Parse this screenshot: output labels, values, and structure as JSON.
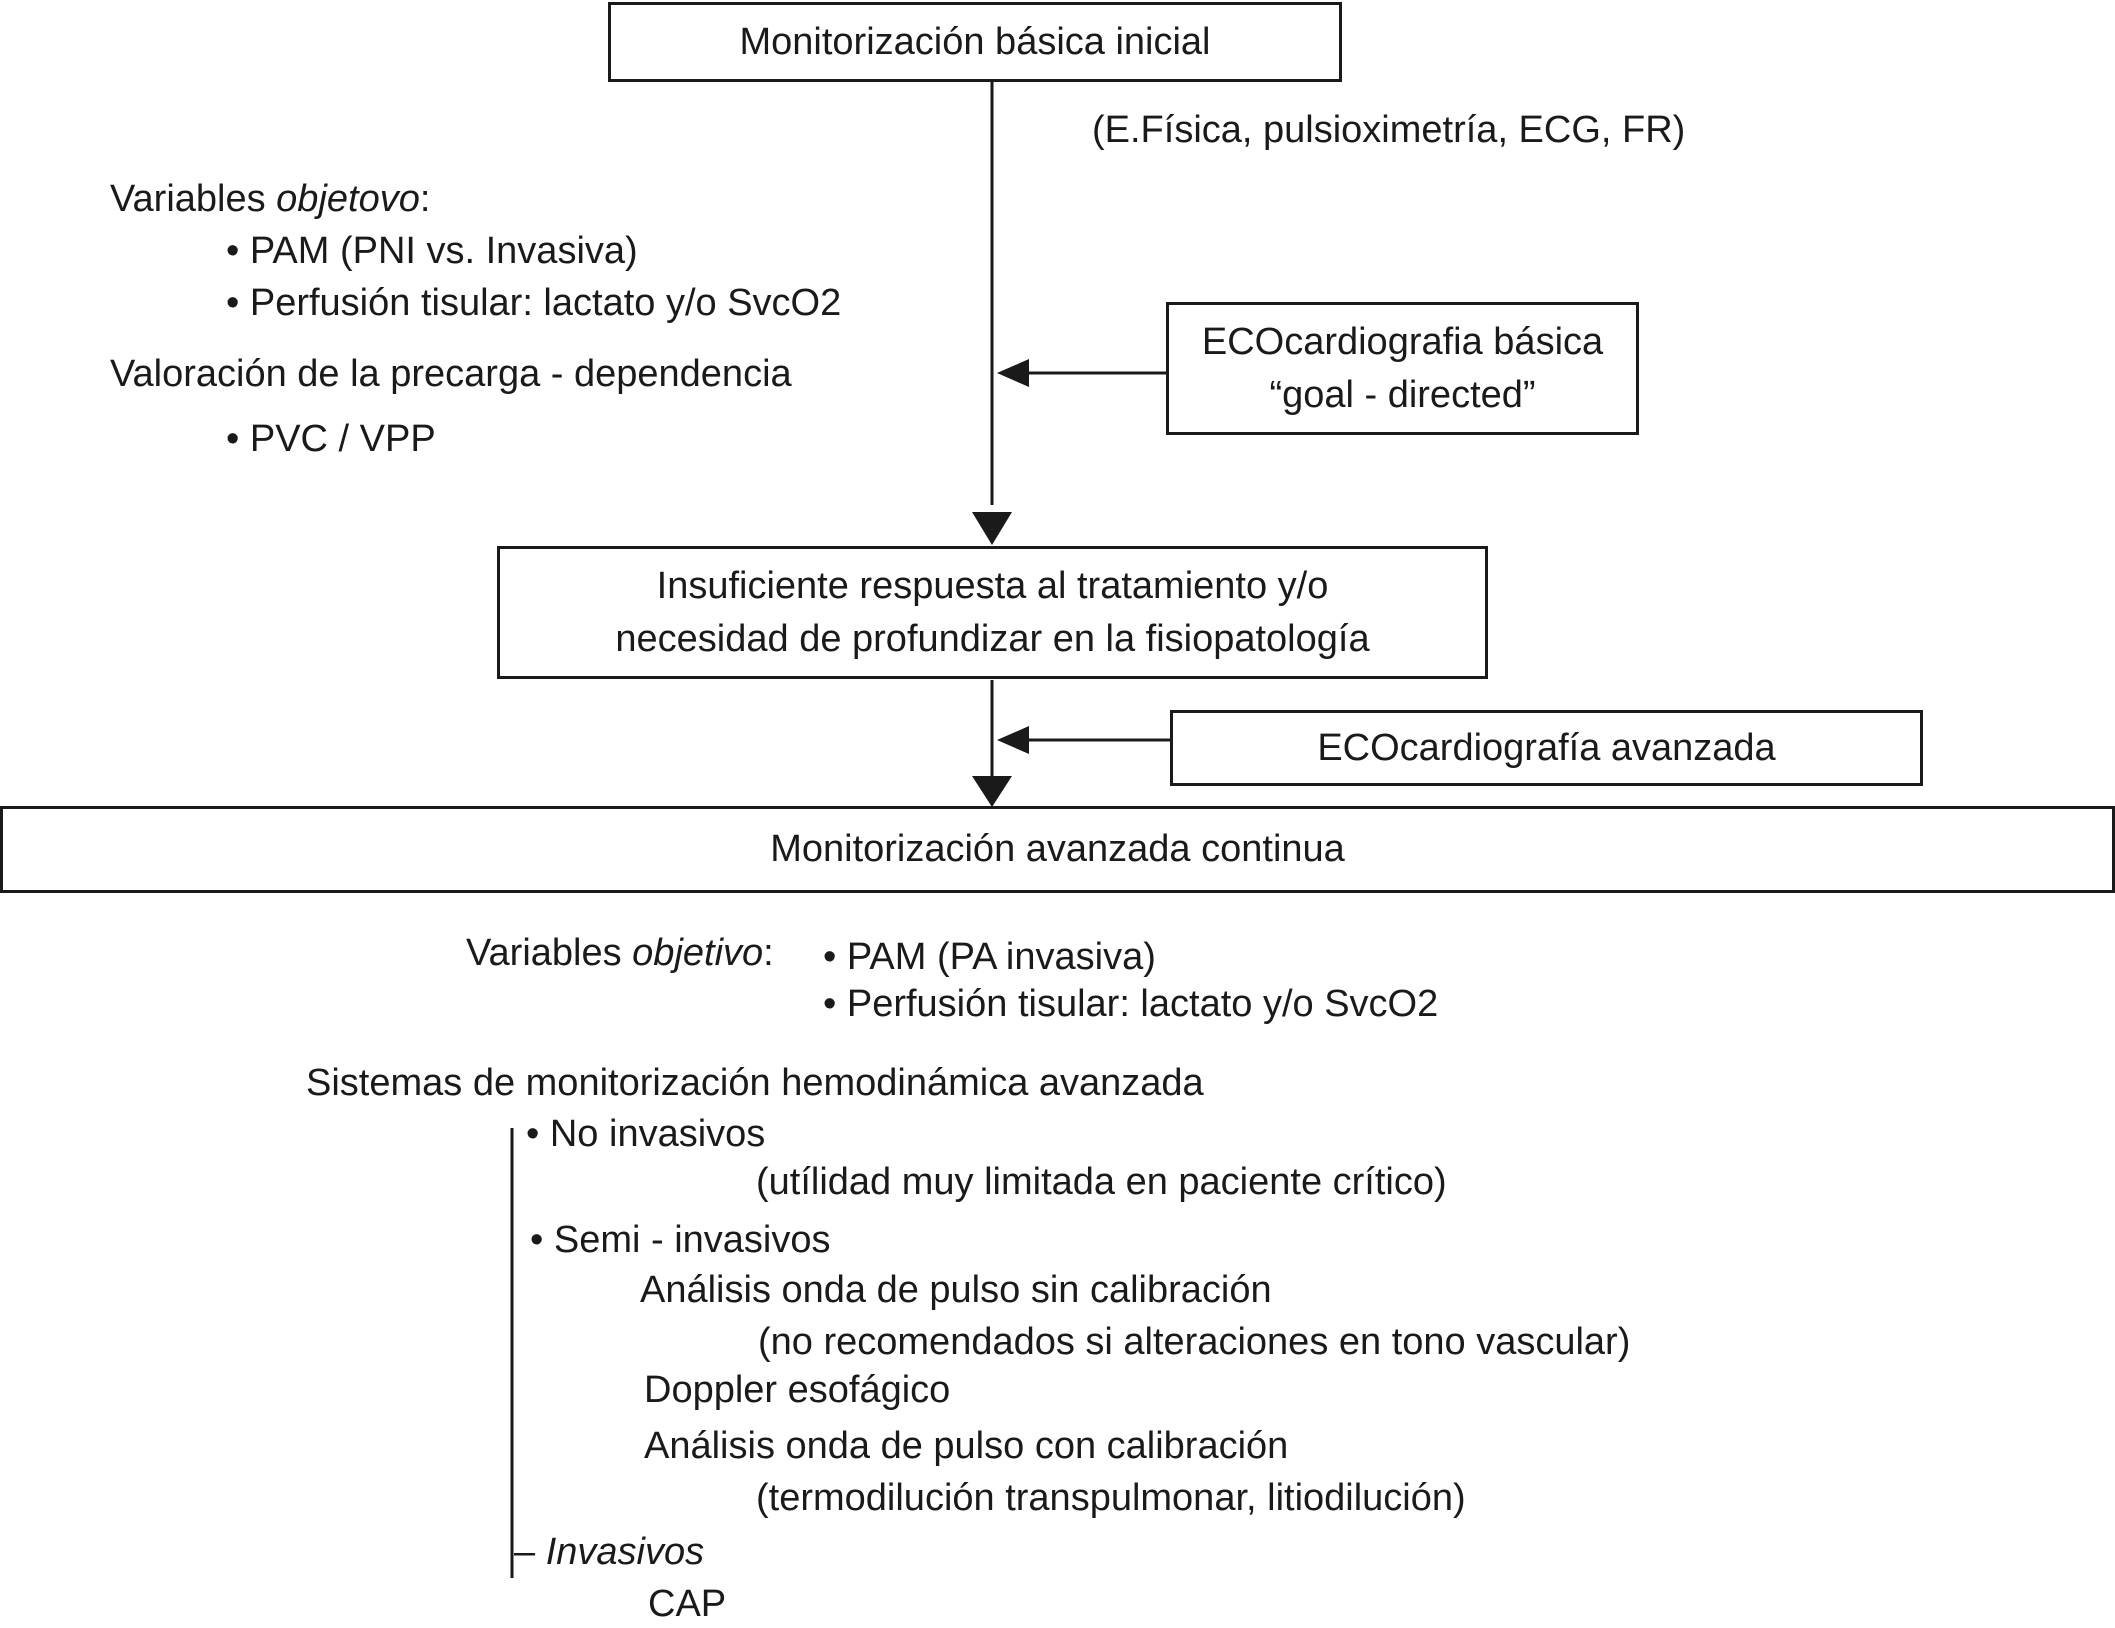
{
  "boxes": {
    "basic_monitoring": "Monitorización básica inicial",
    "echo_basic_line1": "ECOcardiografia básica",
    "echo_basic_line2": "“goal - directed”",
    "insufficient_line1": "Insuficiente respuesta al tratamiento y/o",
    "insufficient_line2": "necesidad de profundizar en la fisiopatología",
    "echo_advanced": "ECOcardiografía avanzada",
    "advanced_monitoring": "Monitorización avanzada continua"
  },
  "basic_note": "(E.Física, pulsioximetría, ECG, FR)",
  "basic_section": {
    "variables_label": "Variables ",
    "variables_italic": "objetovo",
    "variables_colon": ":",
    "items": [
      "• PAM (PNI vs. Invasiva)",
      "• Perfusión tisular: lactato y/o SvcO2"
    ],
    "precarga_label": "Valoración de la precarga - dependencia",
    "precarga_items": [
      "• PVC / VPP"
    ]
  },
  "advanced_section": {
    "variables_label": "Variables ",
    "variables_italic": "objetivo",
    "variables_colon": ":",
    "items": [
      "• PAM (PA invasiva)",
      "• Perfusión tisular: lactato y/o SvcO2"
    ],
    "systems_title": "Sistemas de monitorización hemodinámica avanzada",
    "non_invasive": "• No invasivos",
    "non_invasive_note": "(utílidad muy limitada en paciente crítico)",
    "semi_invasive": "• Semi - invasivos",
    "pulse_uncal": "Análisis onda de pulso sin calibración",
    "pulse_uncal_note": "(no recomendados si alteraciones en tono vascular)",
    "doppler": "Doppler esofágico",
    "pulse_cal": "Análisis onda de pulso con calibración",
    "pulse_cal_note": "(termodilución transpulmonar, litiodilución)",
    "invasive_dash": "– ",
    "invasive": "Invasivos",
    "cap": "CAP"
  }
}
